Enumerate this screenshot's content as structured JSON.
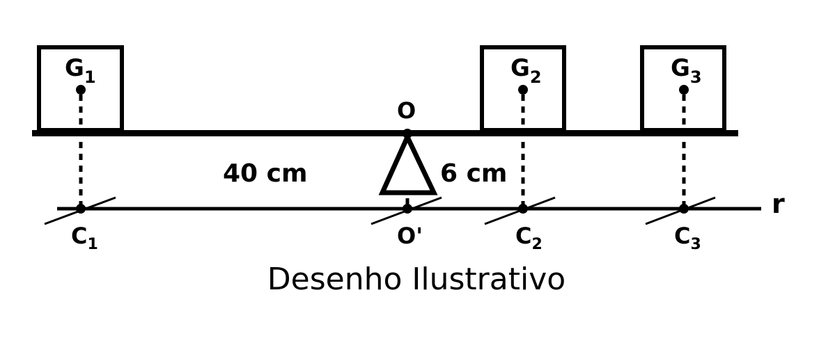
{
  "colors": {
    "ink": "#000000",
    "background": "#ffffff"
  },
  "blocks": [
    {
      "letter": "G",
      "index": "1"
    },
    {
      "letter": "G",
      "index": "2"
    },
    {
      "letter": "G",
      "index": "3"
    }
  ],
  "pivot": {
    "label": "O"
  },
  "distances": {
    "left": "40 cm",
    "right": "6 cm"
  },
  "line": {
    "label": "r"
  },
  "projections": [
    {
      "letter": "C",
      "index": "1"
    },
    {
      "letter": "O'",
      "index": ""
    },
    {
      "letter": "C",
      "index": "2"
    },
    {
      "letter": "C",
      "index": "3"
    }
  ],
  "caption": "Desenho Ilustrativo"
}
